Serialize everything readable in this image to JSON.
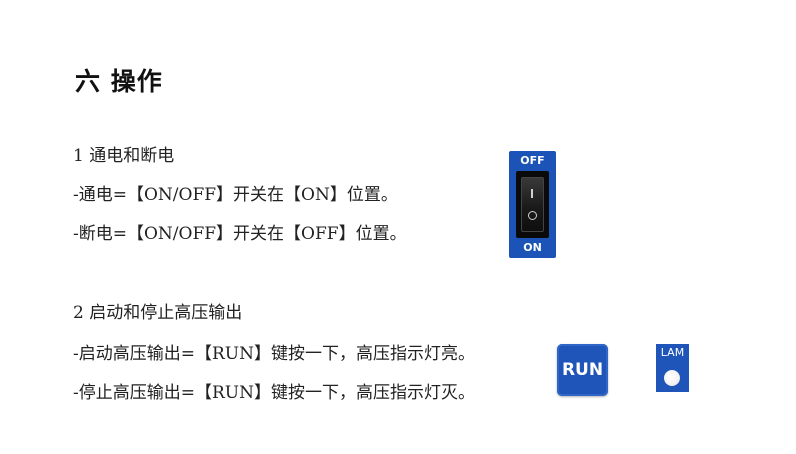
{
  "section": {
    "title": "六 操作"
  },
  "power": {
    "heading": "1 通电和断电",
    "on_line": "-通电=【ON/OFF】开关在【ON】位置。",
    "off_line": "-断电=【ON/OFF】开关在【OFF】位置。",
    "switch": {
      "top_label": "OFF",
      "bottom_label": "ON",
      "color": "#1b54b6"
    }
  },
  "hv": {
    "heading": "2 启动和停止高压输出",
    "start_line": "-启动高压输出=【RUN】键按一下，高压指示灯亮。",
    "stop_line": "-停止高压输出=【RUN】键按一下，高压指示灯灭。",
    "run_key": {
      "label": "RUN",
      "color": "#1f55b8"
    },
    "lamp": {
      "label": "LAM",
      "color": "#1f55b8"
    }
  }
}
